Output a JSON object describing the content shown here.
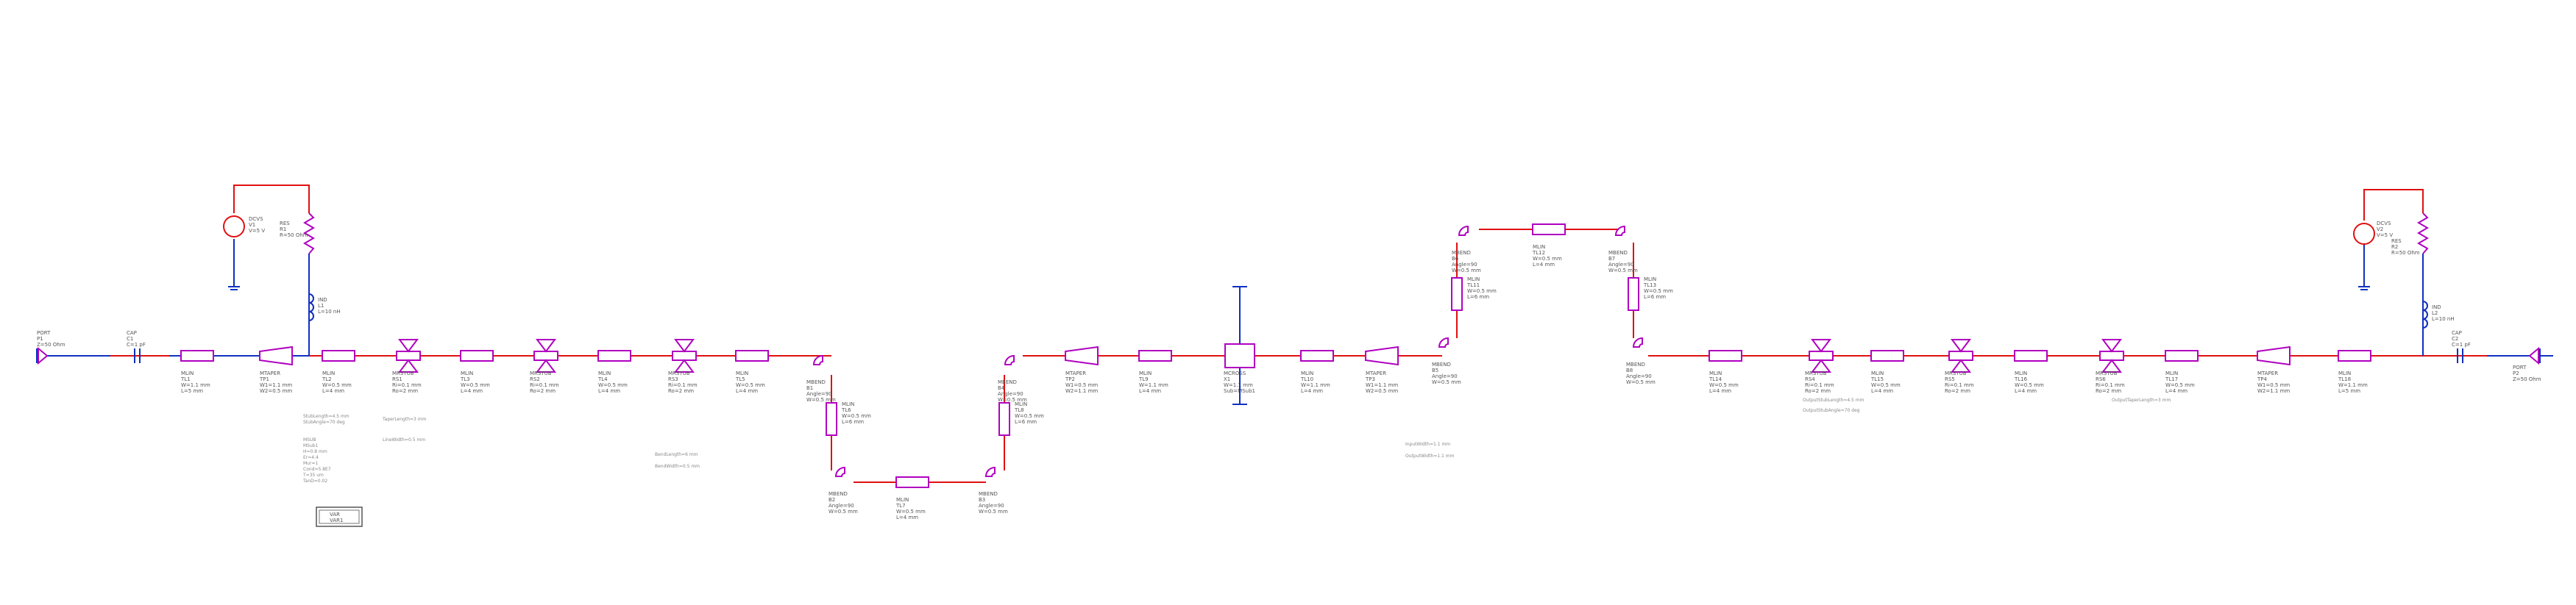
{
  "colors": {
    "wire": "#1030c0",
    "bias": "#e01010",
    "component": "#b000c0",
    "label": "#555555"
  },
  "ports": {
    "left": [
      "PORT",
      "P1",
      "Z=50 Ohm"
    ],
    "right": [
      "PORT",
      "P2",
      "Z=50 Ohm"
    ]
  },
  "caps": {
    "left": [
      "CAP",
      "C1",
      "C=1 pF"
    ],
    "right": [
      "CAP",
      "C2",
      "C=1 pF"
    ]
  },
  "bias": {
    "left": {
      "src": [
        "DCVS",
        "V1",
        "V=5 V"
      ],
      "res": [
        "RES",
        "R1",
        "R=50 Ohm"
      ],
      "ind": [
        "IND",
        "L1",
        "L=10 nH"
      ]
    },
    "right": {
      "src": [
        "DCVS",
        "V2",
        "V=5 V"
      ],
      "res": [
        "RES",
        "R2",
        "R=50 Ohm"
      ],
      "ind": [
        "IND",
        "L2",
        "L=10 nH"
      ]
    }
  },
  "line_labels": [
    [
      "MLIN",
      "TL1",
      "W=1.1 mm",
      "L=5 mm"
    ],
    [
      "MTAPER",
      "TP1",
      "W1=1.1 mm",
      "W2=0.5 mm"
    ],
    [
      "MLIN",
      "TL2",
      "W=0.5 mm",
      "L=4 mm"
    ],
    [
      "MRSTUB",
      "RS1",
      "Ri=0.1 mm",
      "Ro=2 mm"
    ],
    [
      "MLIN",
      "TL3",
      "W=0.5 mm",
      "L=4 mm"
    ],
    [
      "MRSTUB",
      "RS2",
      "Ri=0.1 mm",
      "Ro=2 mm"
    ],
    [
      "MLIN",
      "TL4",
      "W=0.5 mm",
      "L=4 mm"
    ],
    [
      "MRSTUB",
      "RS3",
      "Ri=0.1 mm",
      "Ro=2 mm"
    ],
    [
      "MLIN",
      "TL5",
      "W=0.5 mm",
      "L=4 mm"
    ],
    [
      "MBEND",
      "B1",
      "Angle=90",
      "W=0.5 mm"
    ],
    [
      "MLIN",
      "TL6",
      "W=0.5 mm",
      "L=6 mm"
    ],
    [
      "MBEND",
      "B2",
      "Angle=90",
      "W=0.5 mm"
    ],
    [
      "MLIN",
      "TL7",
      "W=0.5 mm",
      "L=4 mm"
    ],
    [
      "MBEND",
      "B3",
      "Angle=90",
      "W=0.5 mm"
    ],
    [
      "MLIN",
      "TL8",
      "W=0.5 mm",
      "L=6 mm"
    ],
    [
      "MBEND",
      "B4",
      "Angle=90",
      "W=0.5 mm"
    ],
    [
      "MTAPER",
      "TP2",
      "W1=0.5 mm",
      "W2=1.1 mm"
    ],
    [
      "MLIN",
      "TL9",
      "W=1.1 mm",
      "L=4 mm"
    ],
    [
      "MCROSS",
      "X1",
      "W=1.1 mm",
      "Sub=MSub1"
    ],
    [
      "MLIN",
      "TL10",
      "W=1.1 mm",
      "L=4 mm"
    ],
    [
      "MTAPER",
      "TP3",
      "W1=1.1 mm",
      "W2=0.5 mm"
    ],
    [
      "MBEND",
      "B5",
      "Angle=90",
      "W=0.5 mm"
    ],
    [
      "MLIN",
      "TL11",
      "W=0.5 mm",
      "L=6 mm"
    ],
    [
      "MBEND",
      "B6",
      "Angle=90",
      "W=0.5 mm"
    ],
    [
      "MLIN",
      "TL12",
      "W=0.5 mm",
      "L=4 mm"
    ],
    [
      "MBEND",
      "B7",
      "Angle=90",
      "W=0.5 mm"
    ],
    [
      "MLIN",
      "TL13",
      "W=0.5 mm",
      "L=6 mm"
    ],
    [
      "MBEND",
      "B8",
      "Angle=90",
      "W=0.5 mm"
    ],
    [
      "MLIN",
      "TL14",
      "W=0.5 mm",
      "L=4 mm"
    ],
    [
      "MRSTUB",
      "RS4",
      "Ri=0.1 mm",
      "Ro=2 mm"
    ],
    [
      "MLIN",
      "TL15",
      "W=0.5 mm",
      "L=4 mm"
    ],
    [
      "MRSTUB",
      "RS5",
      "Ri=0.1 mm",
      "Ro=2 mm"
    ],
    [
      "MLIN",
      "TL16",
      "W=0.5 mm",
      "L=4 mm"
    ],
    [
      "MRSTUB",
      "RS6",
      "Ri=0.1 mm",
      "Ro=2 mm"
    ],
    [
      "MLIN",
      "TL17",
      "W=0.5 mm",
      "L=4 mm"
    ],
    [
      "MTAPER",
      "TP4",
      "W1=0.5 mm",
      "W2=1.1 mm"
    ],
    [
      "MLIN",
      "TL18",
      "W=1.1 mm",
      "L=5 mm"
    ]
  ],
  "notes": {
    "left1": [
      "StubLength=4.5 mm",
      "StubAngle=70 deg"
    ],
    "left2": [
      "TaperLength=3 mm"
    ],
    "left3": [
      "LineWidth=0.5 mm"
    ],
    "mid1": [
      "BendLength=6 mm",
      "BendWidth=0.5 mm"
    ],
    "mid2": [
      "InputWidth=1.1 mm",
      "OutputWidth=1.1 mm"
    ],
    "right1": [
      "OutputStubLength=4.5 mm",
      "OutputStubAngle=70 deg"
    ],
    "right2": [
      "OutputTaperLength=3 mm"
    ]
  },
  "msub": {
    "title": "MSub",
    "lines": [
      "MSUB",
      "MSub1",
      "H=0.8 mm",
      "Er=4.4",
      "Mur=1",
      "Cond=5.8E7",
      "T=35 um",
      "TanD=0.02"
    ]
  },
  "legend_box": [
    "VAR",
    "VAR1"
  ]
}
